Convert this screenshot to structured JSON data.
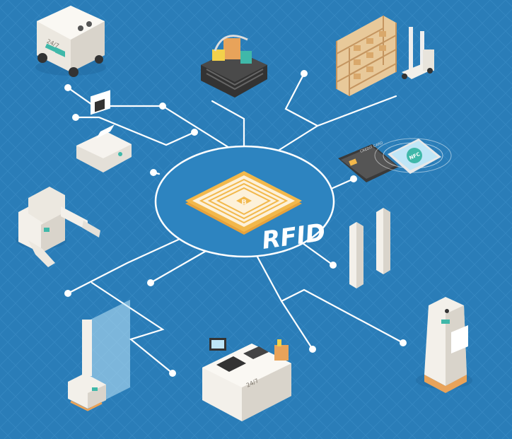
{
  "colors": {
    "background": "#2a7db8",
    "grid": "#3a8cc6",
    "line": "#ffffff",
    "hub_fill": "#2d84c0",
    "chip_gold": "#f2b84b",
    "chip_cream": "#fdf1d9",
    "robot_white": "#f3f0ea",
    "robot_shadow": "#cfcac0",
    "accent_teal": "#3fb8a9",
    "accent_orange": "#e8a35a",
    "screen_blue": "#bfe6f7"
  },
  "hub": {
    "label": "RFID",
    "chip_letter": "B"
  },
  "devices": {
    "delivery_robot_text": "24/7",
    "register_text": "24/7",
    "card_text": "CREDIT CARD",
    "phone_text": "NFC"
  },
  "nodes": [
    {
      "id": "delivery-robot-icon",
      "name": "delivery robot"
    },
    {
      "id": "shopping-basket-icon",
      "name": "shopping basket"
    },
    {
      "id": "warehouse-shelves-icon",
      "name": "warehouse shelving with hand truck"
    },
    {
      "id": "receipt-printer-icon",
      "name": "receipt printer"
    },
    {
      "id": "payment-card-icon",
      "name": "payment card and NFC phone"
    },
    {
      "id": "robotic-arm-icon",
      "name": "robotic arm"
    },
    {
      "id": "security-gates-icon",
      "name": "security antenna gates"
    },
    {
      "id": "holographic-scanner-icon",
      "name": "holographic scanner robot"
    },
    {
      "id": "self-checkout-icon",
      "name": "self checkout counter"
    },
    {
      "id": "service-robot-icon",
      "name": "service kiosk robot"
    }
  ]
}
